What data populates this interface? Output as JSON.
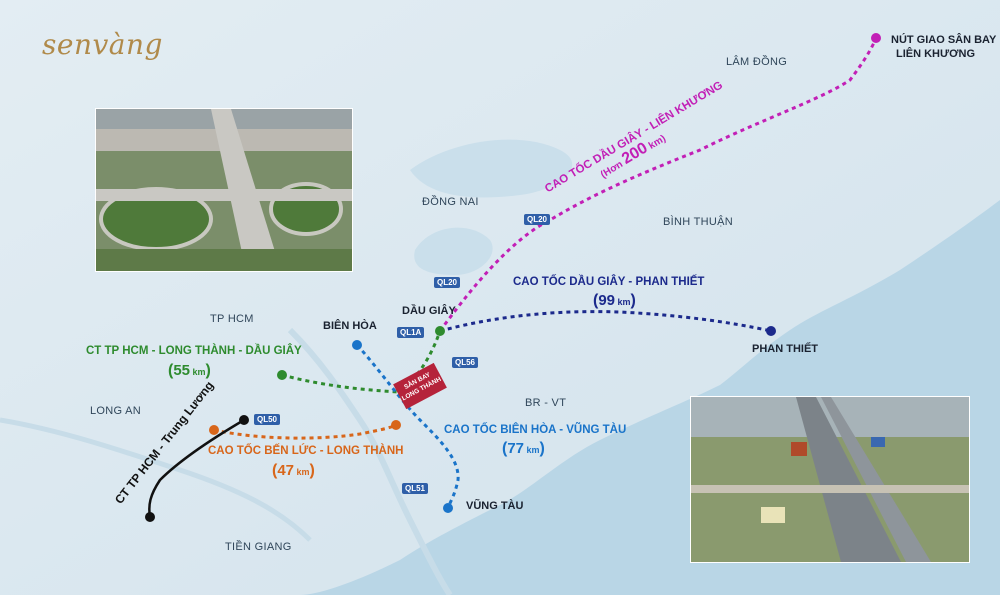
{
  "logo": {
    "text": "senvàng"
  },
  "regions": {
    "lam_dong": "LÂM ĐỒNG",
    "dong_nai": "ĐỒNG NAI",
    "binh_thuan": "BÌNH THUẬN",
    "tp_hcm": "TP HCM",
    "long_an": "LONG AN",
    "br_vt": "BR - VT",
    "tien_giang": "TIỀN GIANG"
  },
  "cities": {
    "lien_khuong_1": "NÚT GIAO SÂN BAY",
    "lien_khuong_2": "LIÊN KHƯƠNG",
    "dau_giay": "DẦU GIÂY",
    "bien_hoa": "BIÊN HÒA",
    "phan_thiet": "PHAN THIẾT",
    "vung_tau": "VŨNG TÀU"
  },
  "road_tags": {
    "ql20a": "QL20",
    "ql20b": "QL20",
    "ql1a": "QL1A",
    "ql56": "QL56",
    "ql50": "QL50",
    "ql51": "QL51"
  },
  "airport": {
    "line1": "SÂN BAY",
    "line2": "LONG THÀNH"
  },
  "routes": {
    "dau_giay_lien_khuong": {
      "name": "CAO TỐC DẦU GIÂY - LIÊN KHƯƠNG",
      "len_prefix": "(Hơn ",
      "len_value": "200",
      "len_unit": " km)",
      "color": "#c21fb6"
    },
    "dau_giay_phan_thiet": {
      "name": "CAO TỐC DẦU GIÂY - PHAN THIẾT",
      "len_value": "99",
      "len_unit": " km",
      "color": "#1c2a8c"
    },
    "hcm_long_thanh_dau_giay": {
      "name": "CT TP HCM - LONG THÀNH - DẦU GIÂY",
      "len_value": "55",
      "len_unit": " km",
      "color": "#2e8b2e"
    },
    "bien_hoa_vung_tau": {
      "name": "CAO TỐC BIÊN HÒA - VŨNG TÀU",
      "len_value": "77",
      "len_unit": " km",
      "color": "#1a74c9"
    },
    "ben_luc_long_thanh": {
      "name": "CAO TỐC BẾN LỨC - LONG THÀNH",
      "len_value": "47",
      "len_unit": " km",
      "color": "#d8661a"
    },
    "hcm_trung_luong": {
      "name": "CT TP HCM - Trung Lương",
      "color": "#111111"
    }
  }
}
